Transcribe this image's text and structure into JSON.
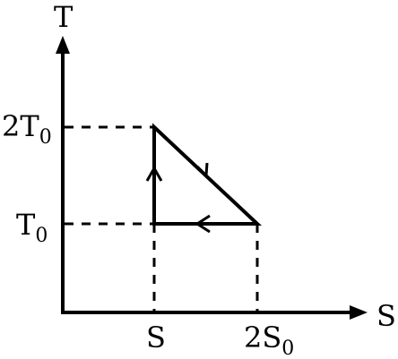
{
  "axes": {
    "y_label": "T",
    "x_label": "S"
  },
  "ticks": {
    "y": [
      {
        "main": "2T",
        "sub": "0"
      },
      {
        "main": "T",
        "sub": "0"
      }
    ],
    "x": [
      {
        "main": "S",
        "sub": ""
      },
      {
        "main": "2S",
        "sub": "0"
      }
    ]
  },
  "cycle": {
    "vertices": [
      {
        "name": "top-left",
        "S": "S",
        "T": "2T0"
      },
      {
        "name": "bottom-right",
        "S": "2S0",
        "T": "T0"
      },
      {
        "name": "bottom-left",
        "S": "S",
        "T": "T0"
      }
    ],
    "direction": "clockwise"
  }
}
